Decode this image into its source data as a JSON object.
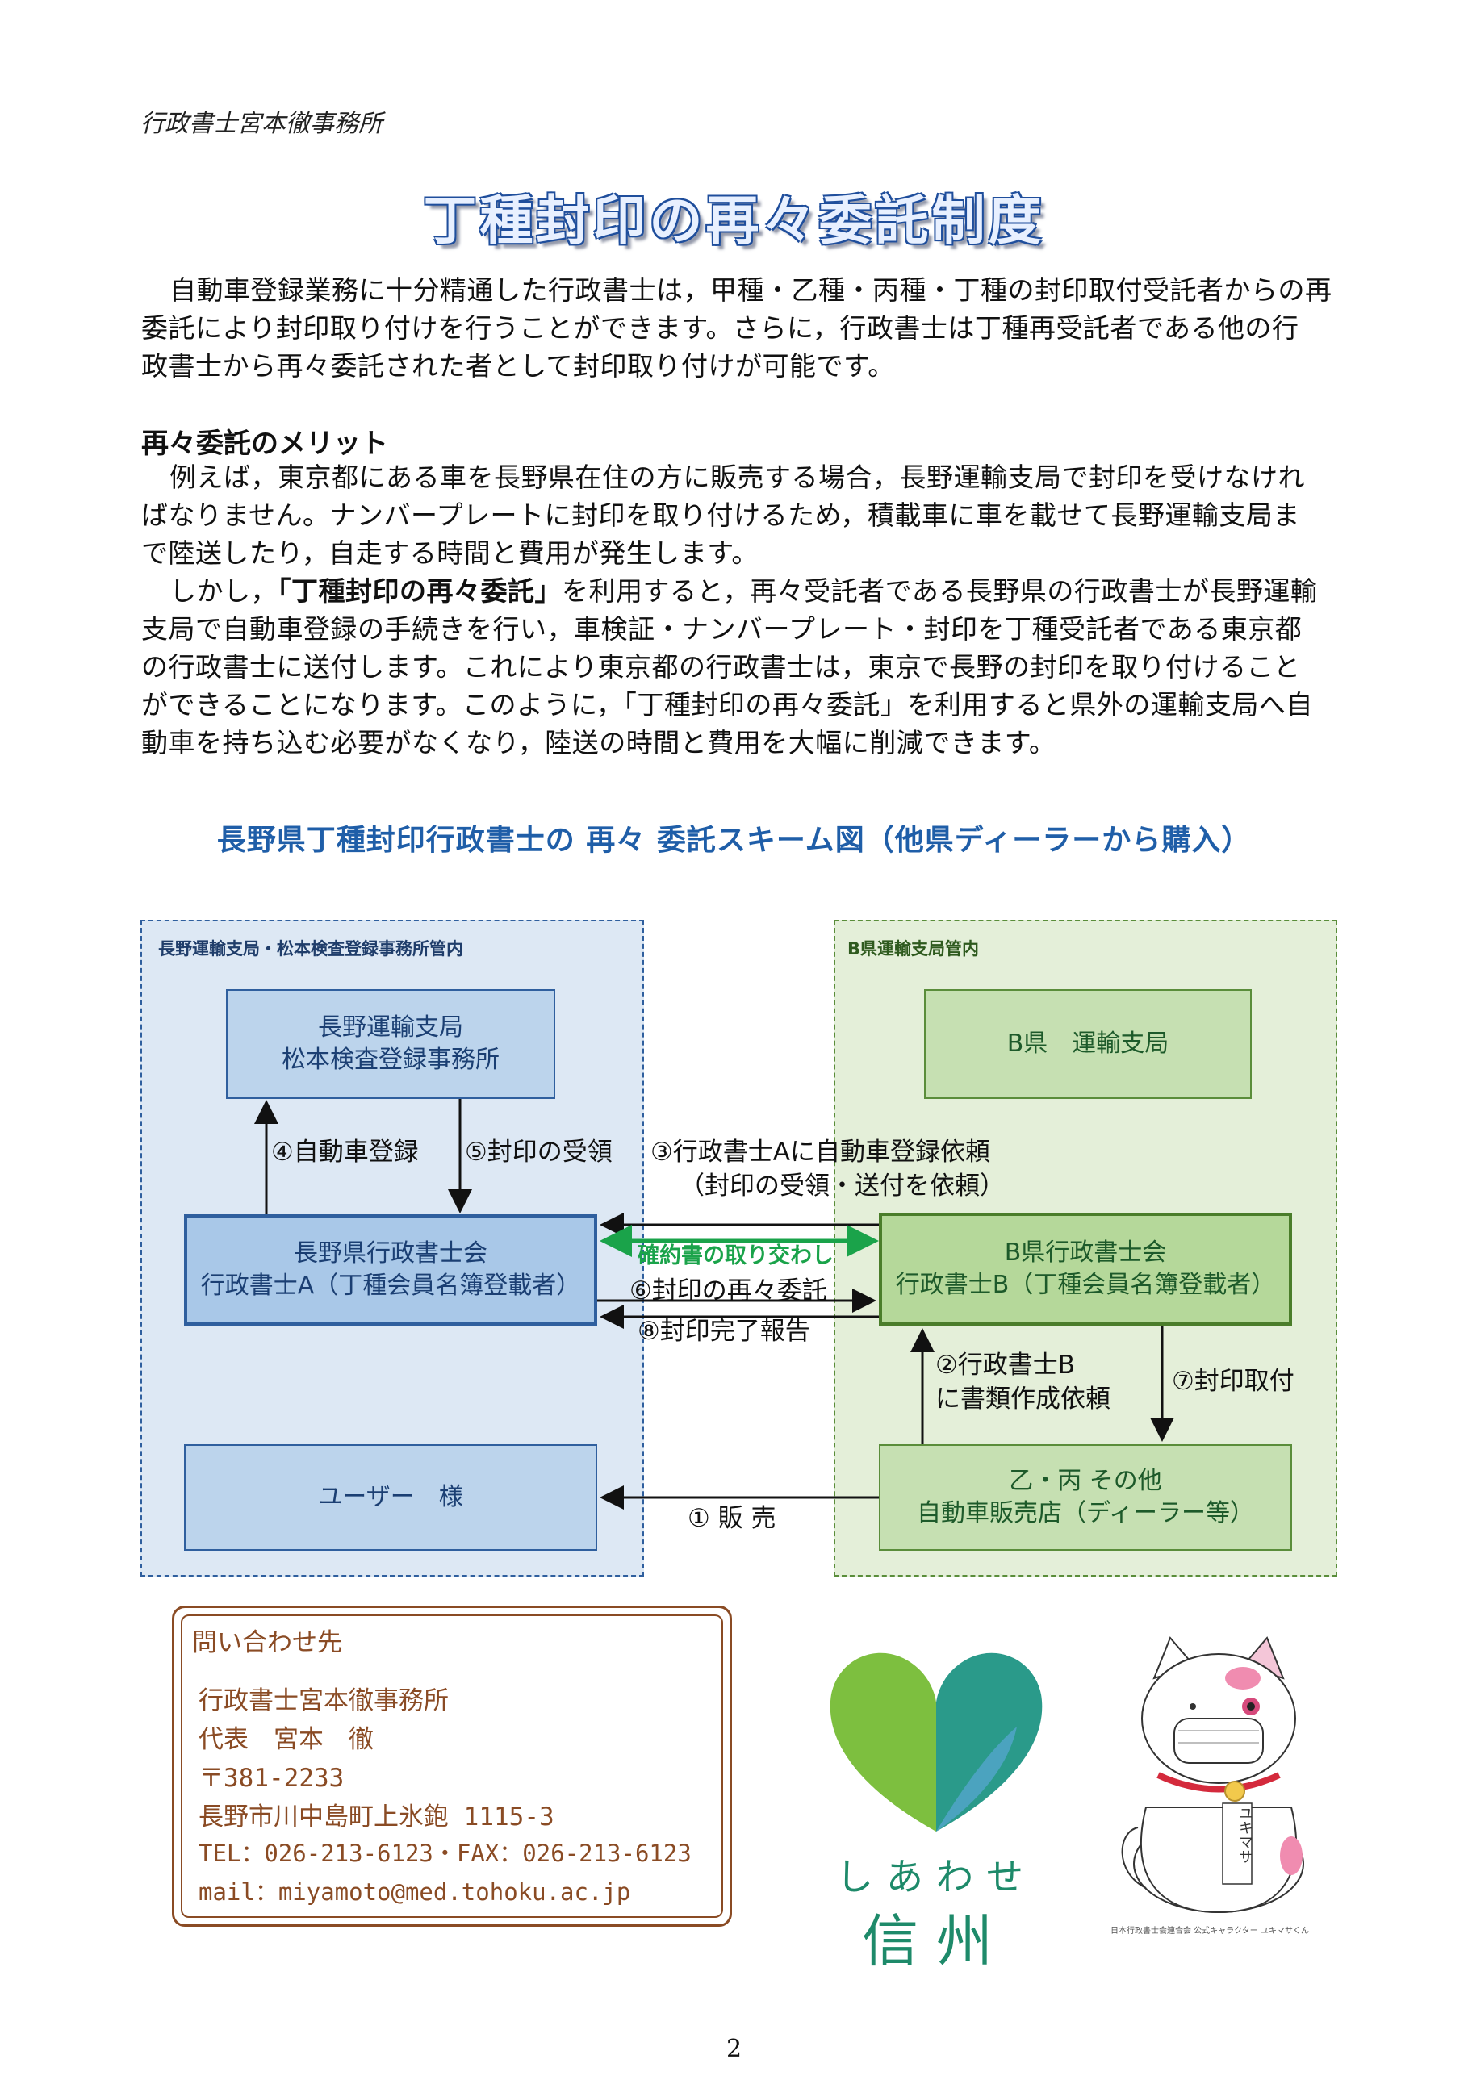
{
  "header": {
    "office": "行政書士宮本徹事務所"
  },
  "title": "丁種封印の再々委託制度",
  "intro": [
    "自動車登録業務に十分精通した行政書士は，甲種・乙種・丙種・丁種の封印取付受託者からの再",
    "委託により封印取り付けを行うことができます。さらに，行政書士は丁種再受託者である他の行",
    "政書士から再々委託された者として封印取り付けが可能です。"
  ],
  "merit": {
    "heading": "再々委託のメリット",
    "p1": [
      "例えば，東京都にある車を長野県在住の方に販売する場合，長野運輸支局で封印を受けなけれ",
      "ばなりません。ナンバープレートに封印を取り付けるため，積載車に車を載せて長野運輸支局ま",
      "で陸送したり，自走する時間と費用が発生します。"
    ],
    "p2_lead": "しかし，",
    "p2_bold": "「丁種封印の再々委託」",
    "p2_rest": "を利用すると，再々受託者である長野県の行政書士が長野運輸",
    "p2_lines": [
      "支局で自動車登録の手続きを行い，車検証・ナンバープレート・封印を丁種受託者である東京都",
      "の行政書士に送付します。これにより東京都の行政書士は，東京で長野の封印を取り付けること",
      "ができることになります。このように，「丁種封印の再々委託」を利用すると県外の運輸支局へ自",
      "動車を持ち込む必要がなくなり，陸送の時間と費用を大幅に削減できます。"
    ]
  },
  "scheme": {
    "title": "長野県丁種封印行政書士の 再々 委託スキーム図（他県ディーラーから購入）",
    "left_region": "長野運輸支局・松本検査登録事務所管内",
    "right_region": "B県運輸支局管内",
    "box_nagano_office": [
      "長野運輸支局",
      "松本検査登録事務所"
    ],
    "box_b_office": "B県　運輸支局",
    "box_nagano_assoc": [
      "長野県行政書士会",
      "行政書士A（丁種会員名簿登載者）"
    ],
    "box_b_assoc": [
      "B県行政書士会",
      "行政書士B（丁種会員名簿登載者）"
    ],
    "box_user": "ユーザー　様",
    "box_dealer": [
      "乙・丙 その他",
      "自動車販売店（ディーラー等）"
    ],
    "step1": "① 販 売",
    "step2": [
      "②行政書士B",
      "に書類作成依頼"
    ],
    "step3": [
      "③行政書士Aに自動車登録依頼",
      "（封印の受領・送付を依頼）"
    ],
    "step4": "④自動車登録",
    "step5": "⑤封印の受領",
    "step6": "⑥封印の再々委託",
    "step7": "⑦封印取付",
    "step8": "⑧封印完了報告",
    "agreement": "確約書の取り交わし"
  },
  "contact": {
    "heading": "問い合わせ先",
    "lines": [
      "行政書士宮本徹事務所",
      "代表　宮本　徹",
      "〒381-2233",
      " 長野市川中島町上氷鉋 1115-3",
      "TEL：026-213-6123・FAX：026-213-6123",
      "mail：miyamoto@med.tohoku.ac.jp"
    ]
  },
  "logo": {
    "line1": "しあわせ",
    "line2": "信州"
  },
  "mascot": {
    "sash": "ユキマサ",
    "caption": "日本行政書士会連合会 公式キャラクター ユキマサくん"
  },
  "page_number": "2",
  "colors": {
    "title_outline": "#1f4e9c",
    "scheme_title": "#1f5ea8",
    "contact": "#8a4b24",
    "agreement": "#1aa34a"
  }
}
